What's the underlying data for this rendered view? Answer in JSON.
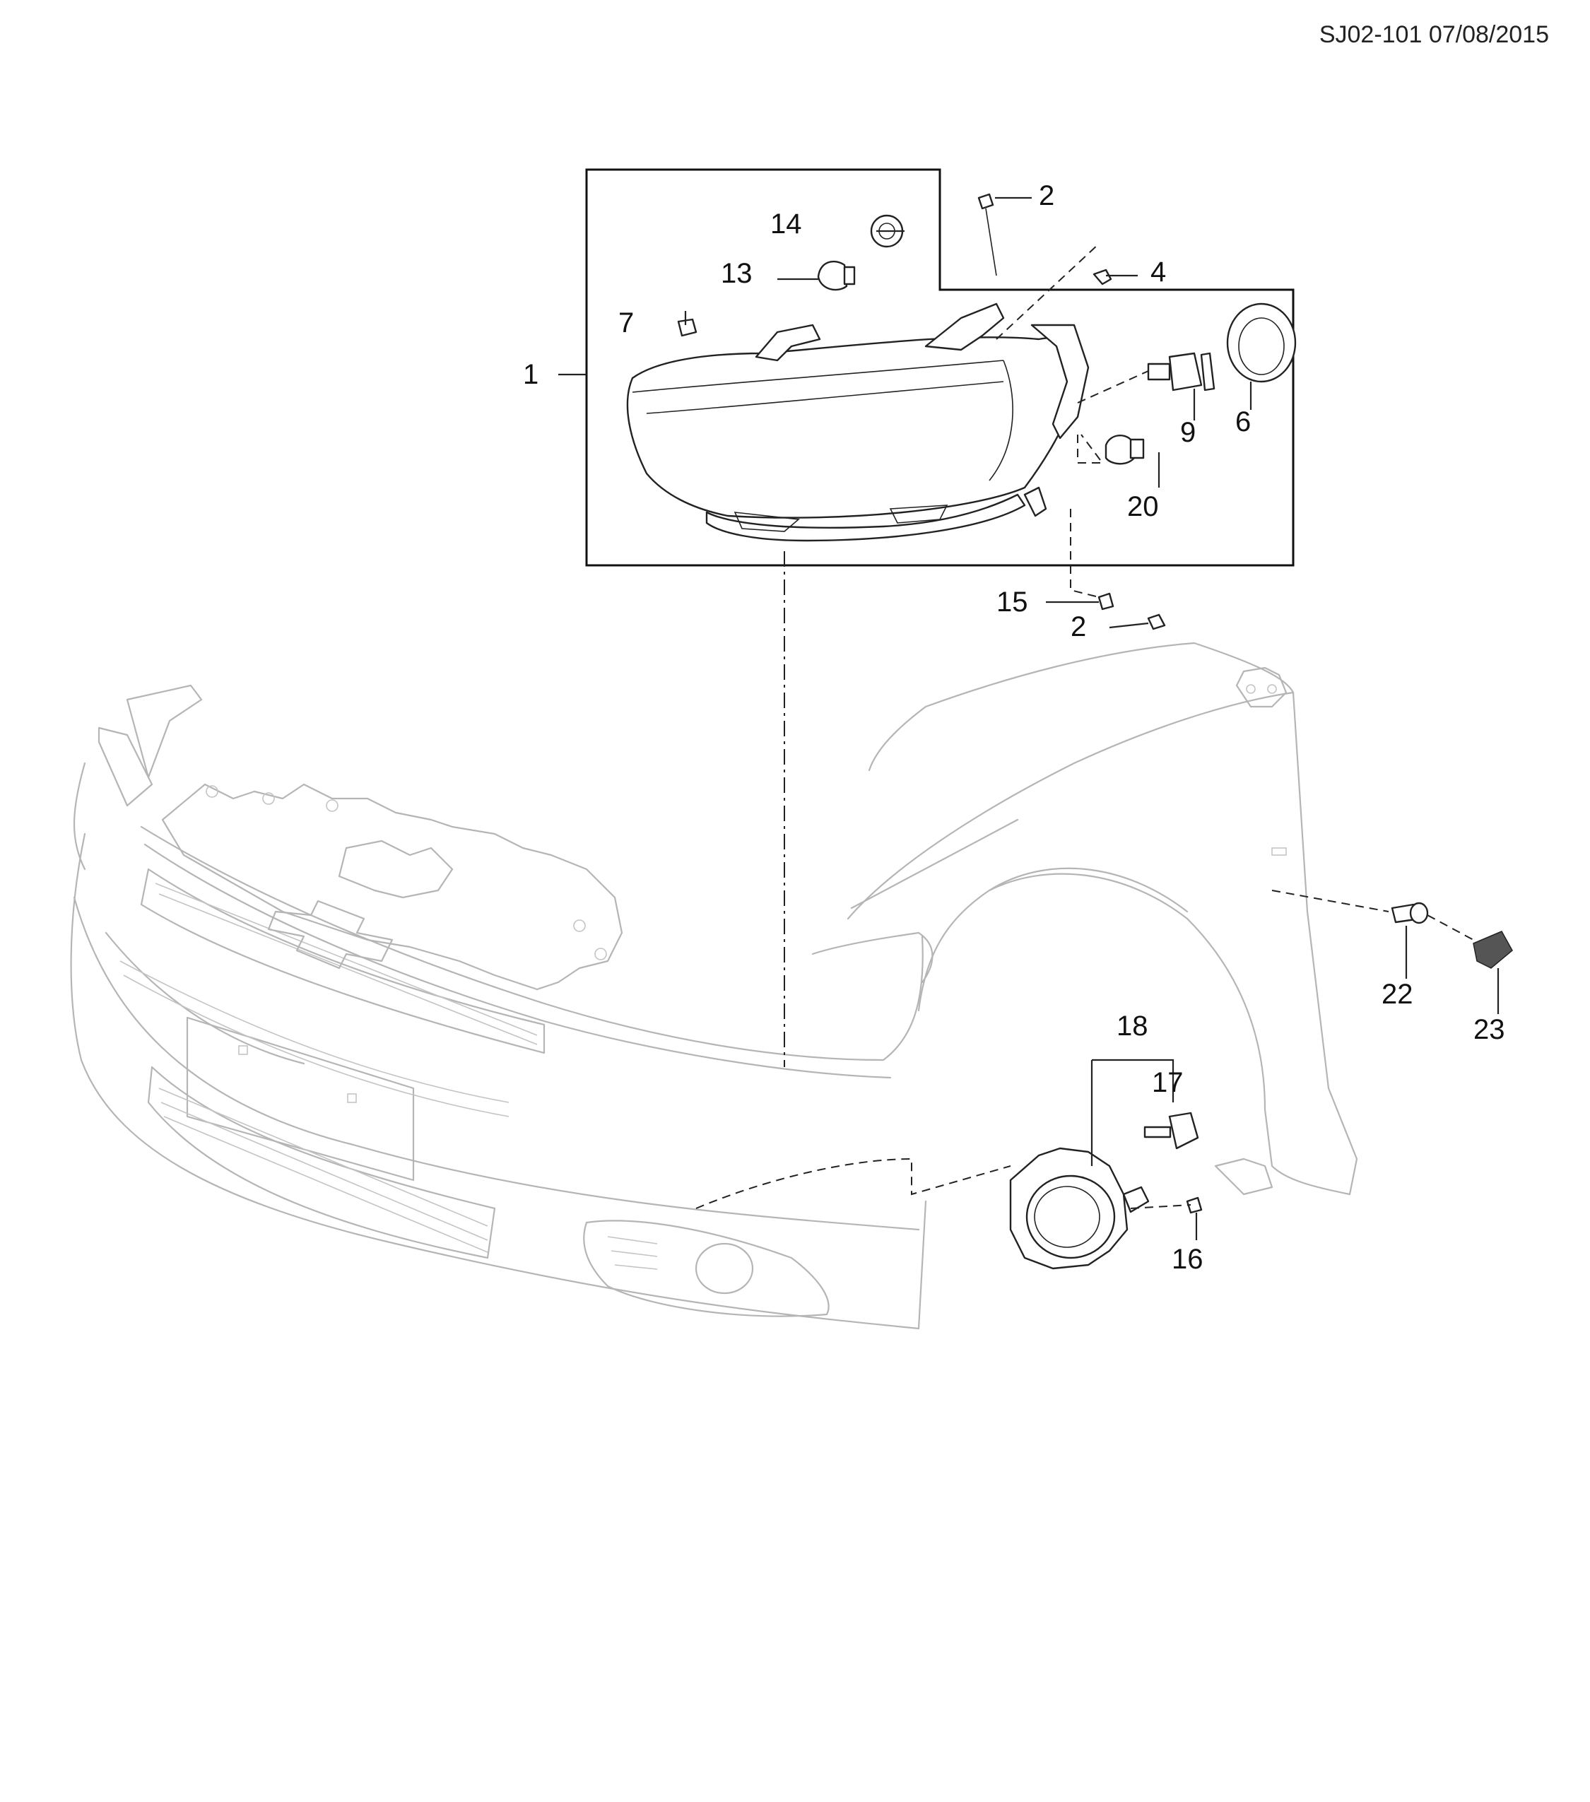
{
  "ref_id": "SJ02-101 07/08/2015",
  "callouts": {
    "c1": "1",
    "c2a": "2",
    "c2b": "2",
    "c4": "4",
    "c6": "6",
    "c7": "7",
    "c9": "9",
    "c13": "13",
    "c14": "14",
    "c15": "15",
    "c16": "16",
    "c17": "17",
    "c18": "18",
    "c20": "20",
    "c22": "22",
    "c23": "23"
  }
}
